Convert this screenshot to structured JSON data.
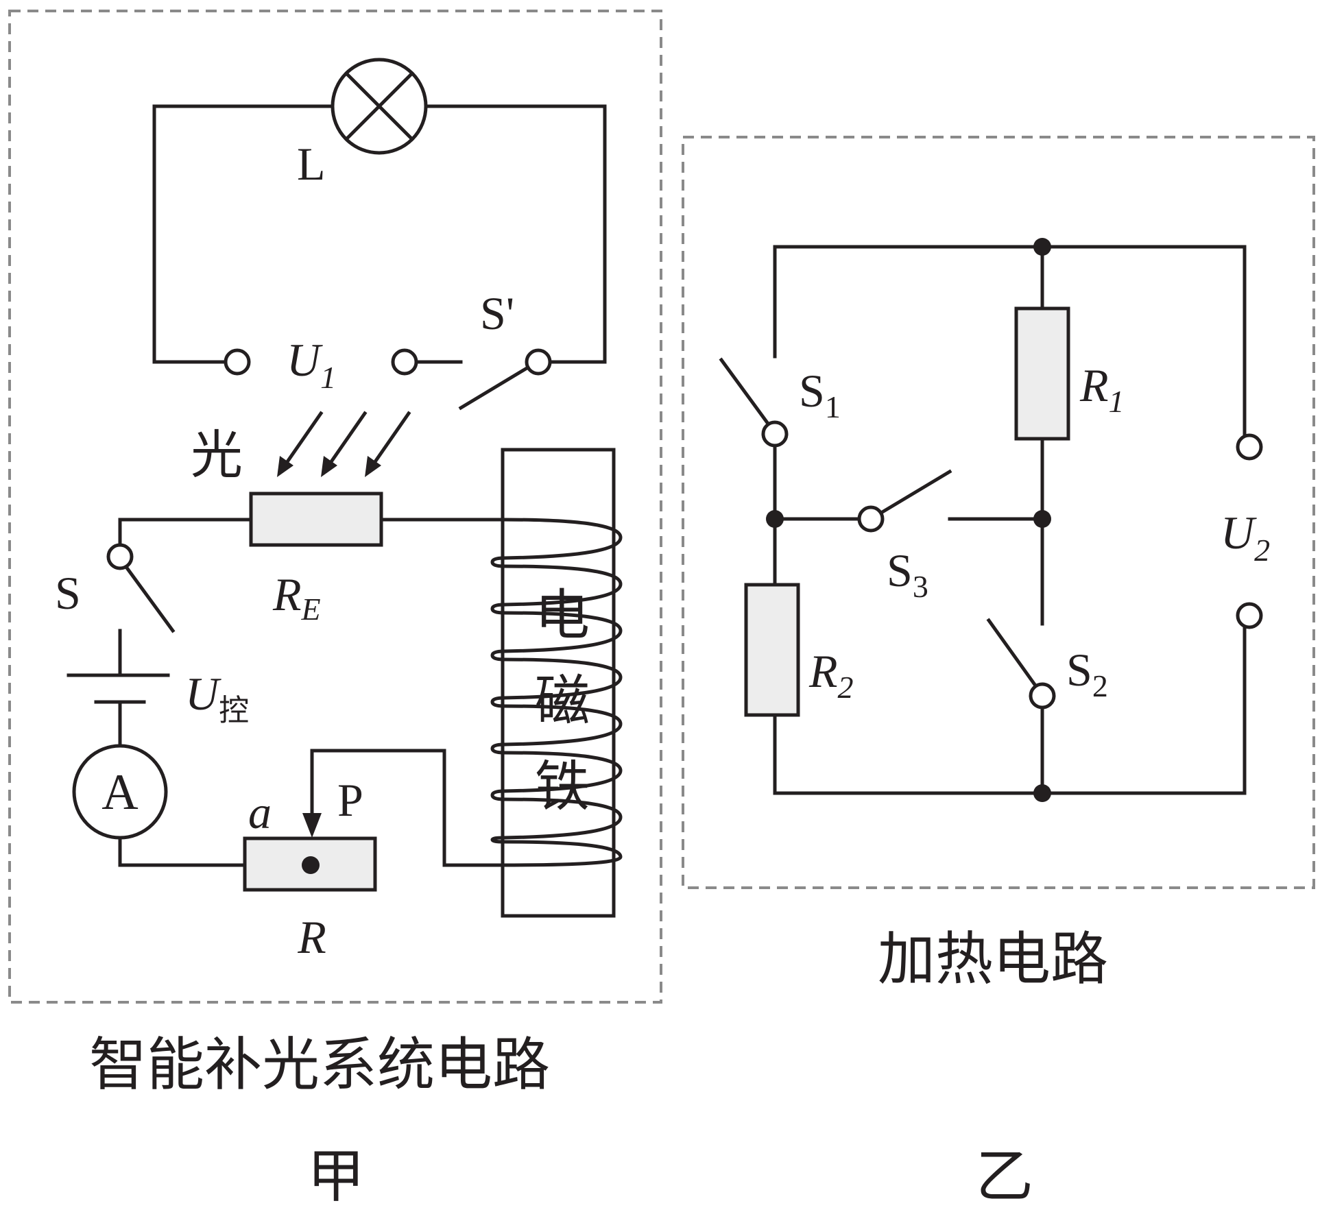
{
  "panel_jia": {
    "caption": "智能补光系统电路",
    "figure_label": "甲",
    "lamp_label": "L",
    "supply_label": "U",
    "supply_sub": "1",
    "relay_switch_label": "S'",
    "light_label": "光",
    "photoresistor_label": "R",
    "photoresistor_sub": "E",
    "switch_label": "S",
    "control_voltage_label": "U",
    "control_voltage_sub": "控",
    "ammeter_label": "A",
    "slider_end_label": "a",
    "slider_label": "P",
    "rheostat_label": "R",
    "electromagnet_label_1": "电",
    "electromagnet_label_2": "磁",
    "electromagnet_label_3": "铁"
  },
  "panel_yi": {
    "caption": "加热电路",
    "figure_label": "乙",
    "r1_label": "R",
    "r1_sub": "1",
    "r2_label": "R",
    "r2_sub": "2",
    "s1_label": "S",
    "s1_sub": "1",
    "s2_label": "S",
    "s2_sub": "2",
    "s3_label": "S",
    "s3_sub": "3",
    "supply_label": "U",
    "supply_sub": "2"
  }
}
